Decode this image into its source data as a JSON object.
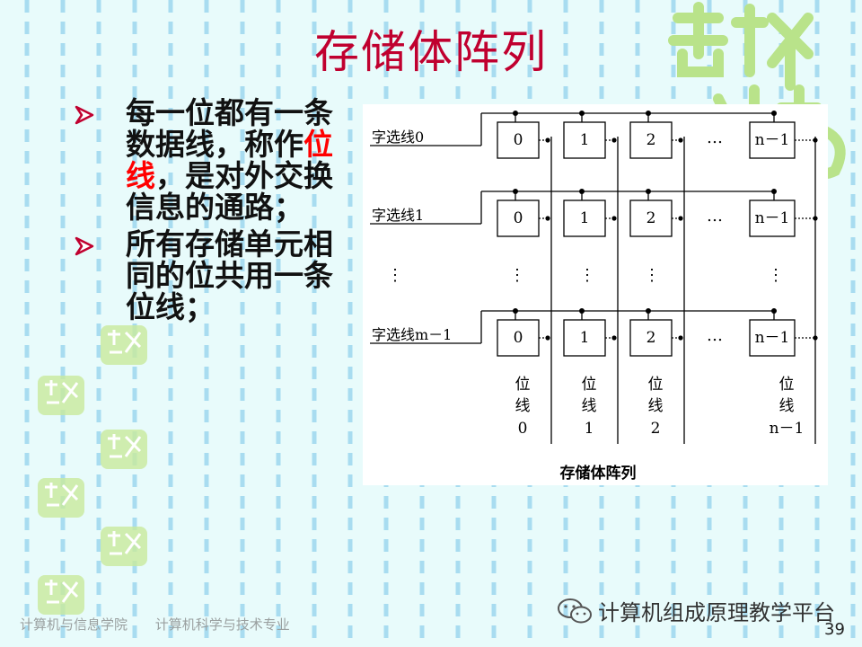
{
  "slide": {
    "title": "存储体阵列",
    "bullets": [
      {
        "pre": "每一位都有一条数据线，称作",
        "highlight": "位线",
        "post": "，是对外交换信息的通路；"
      },
      {
        "pre": "所有存储单元相同的位共用一条位线；",
        "highlight": "",
        "post": ""
      }
    ]
  },
  "diagram": {
    "row_labels": [
      "字选线0",
      "字选线1",
      "字选线m－1"
    ],
    "cell_labels": [
      "0",
      "1",
      "2",
      "n－1"
    ],
    "ellipsis_h": "…",
    "ellipsis_v": "⋮",
    "bitline_top": "位",
    "bitline_mid": "线",
    "bitline_indices": [
      "0",
      "1",
      "2",
      "n－1"
    ],
    "caption": "存储体阵列"
  },
  "footer": {
    "school": "计算机与信息学院",
    "major": "计算机科学与技术专业",
    "wechat": "计算机组成原理教学平台",
    "page": "39"
  },
  "colors": {
    "title": "#c0002f",
    "highlight": "#ff0000",
    "background": "#e8fbfb",
    "stripe": "#a8dcf0",
    "watermark": "#b9e38a"
  }
}
